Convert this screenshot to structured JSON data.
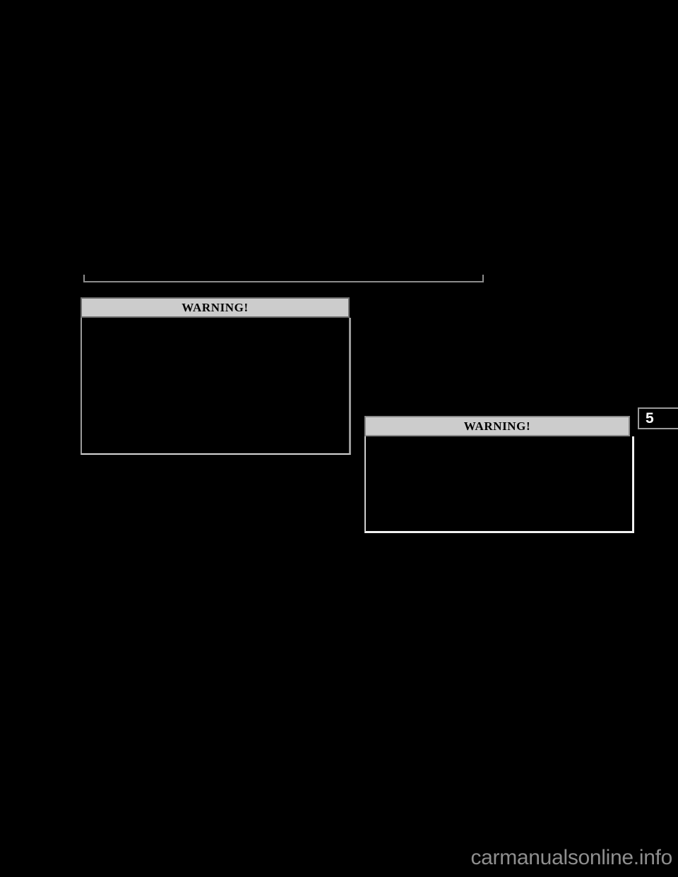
{
  "document": {
    "background_color": "#000000",
    "page_number_tab": {
      "label": "5",
      "text_color": "#ffffff",
      "border_color": "#9a9a9a"
    }
  },
  "rules": {
    "column_rule_color": "#8c8c8c"
  },
  "warnings": [
    {
      "id": "warning-left",
      "header": "WARNING!",
      "header_background": "#cccccc",
      "header_text_color": "#000000",
      "body_text": "",
      "border_color": "#9a9a9a"
    },
    {
      "id": "warning-right",
      "header": "WARNING!",
      "header_background": "#cccccc",
      "header_text_color": "#000000",
      "body_text": "",
      "border_color": "#f2f2f2"
    }
  ],
  "watermark": {
    "text": "carmanualsonline.info",
    "color": "#8e8e8e"
  }
}
